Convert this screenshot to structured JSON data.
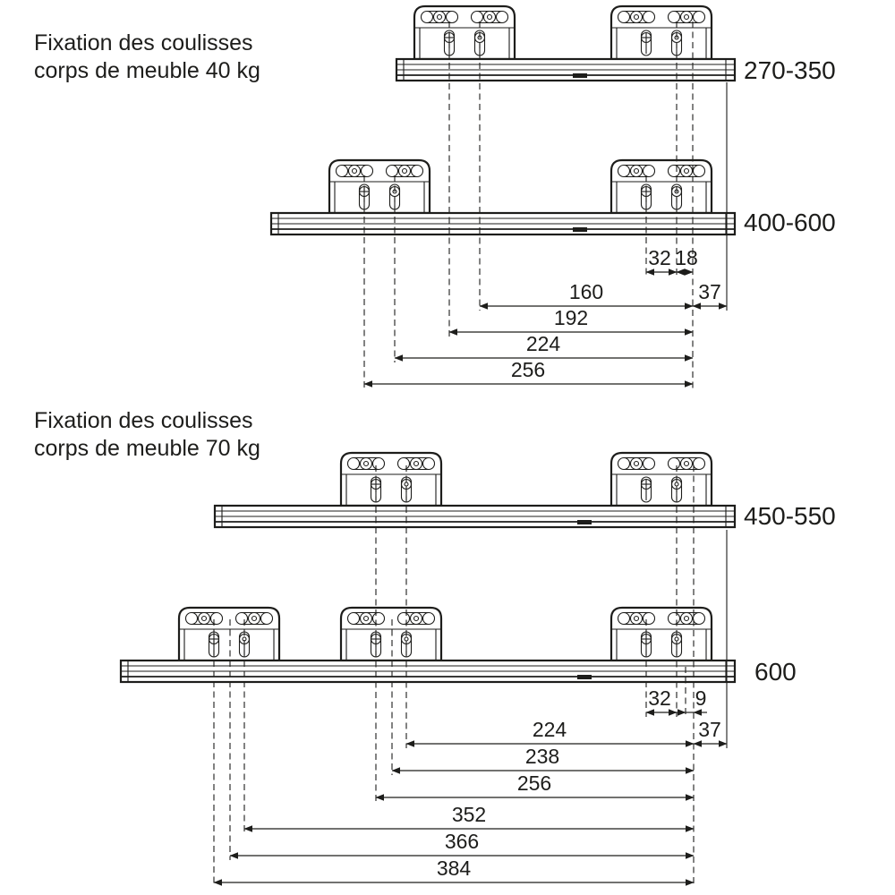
{
  "colors": {
    "line": "#1d1d1b",
    "background": "#ffffff"
  },
  "section40": {
    "title_line1": "Fixation des coulisses",
    "title_line2": "corps de meuble 40 kg",
    "rail_top_range": "270-350",
    "rail_bottom_range": "400-600",
    "dims": {
      "d32": "32",
      "d18": "18",
      "d37": "37",
      "d160": "160",
      "d192": "192",
      "d224": "224",
      "d256": "256"
    }
  },
  "section70": {
    "title_line1": "Fixation des coulisses",
    "title_line2": "corps de meuble 70 kg",
    "rail_top_range": "450-550",
    "rail_bottom_range": "600",
    "dims": {
      "d32": "32",
      "d9": "9",
      "d37": "37",
      "d224": "224",
      "d238": "238",
      "d256": "256",
      "d352": "352",
      "d366": "366",
      "d384": "384"
    }
  }
}
